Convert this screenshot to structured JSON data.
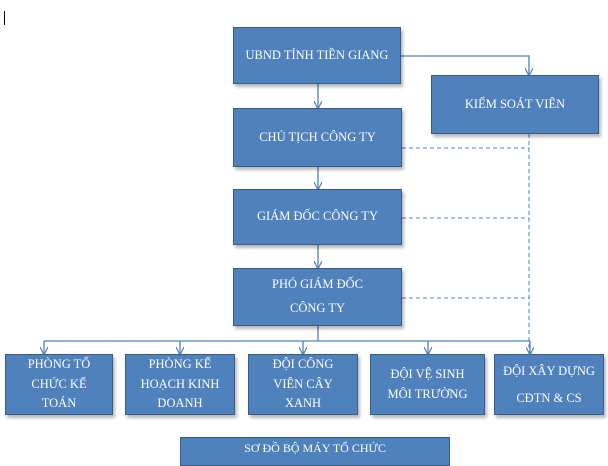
{
  "diagram": {
    "top": "UBND TỈNH TIỀN GIANG",
    "supervisor": "KIỂM SOÁT VIÊN",
    "chairman": "CHỦ TỊCH CÔNG TY",
    "director": "GIÁM ĐỐC CÔNG TY",
    "deputy": [
      "PHÓ GIÁM ĐỐC",
      "CÔNG TY"
    ],
    "departments": [
      {
        "lines": [
          "PHÒNG TỔ",
          "CHỨC KẾ",
          "TOÁN"
        ]
      },
      {
        "lines": [
          "PHÒNG KẾ",
          "HOẠCH KINH",
          "DOANH"
        ]
      },
      {
        "lines": [
          "ĐỘI CÔNG",
          "VIÊN CÂY",
          "XANH"
        ]
      },
      {
        "lines": [
          "ĐỘI VỆ SINH",
          "MÔI TRƯỜNG"
        ]
      },
      {
        "lines": [
          "ĐỘI XÂY DỰNG",
          "CĐTN & CS"
        ]
      }
    ],
    "caption": "SƠ ĐỒ BỘ MÁY TỔ CHỨC"
  },
  "colors": {
    "box_fill": "#4f81bd",
    "box_border": "#385d8a",
    "connector": "#4f81bd"
  }
}
